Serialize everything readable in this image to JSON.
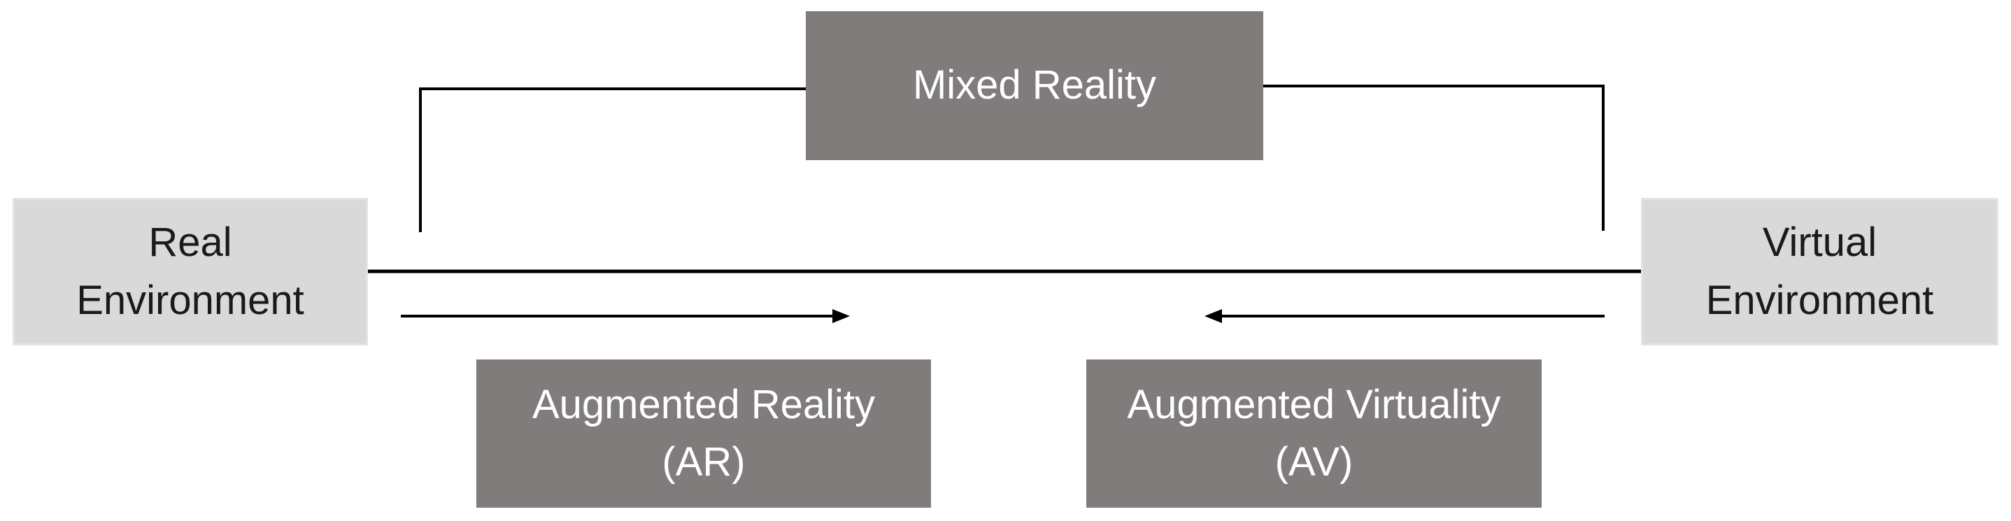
{
  "diagram": {
    "real_environment": {
      "line1": "Real",
      "line2": "Environment"
    },
    "virtual_environment": {
      "line1": "Virtual",
      "line2": "Environment"
    },
    "mixed_reality": {
      "label": "Mixed Reality"
    },
    "augmented_reality": {
      "line1": "Augmented Reality",
      "line2": "(AR)"
    },
    "augmented_virtuality": {
      "line1": "Augmented Virtuality",
      "line2": "(AV)"
    },
    "colors": {
      "light_box": "#d9d9d9",
      "dark_box": "#7f7c7b",
      "line": "#000000"
    }
  }
}
